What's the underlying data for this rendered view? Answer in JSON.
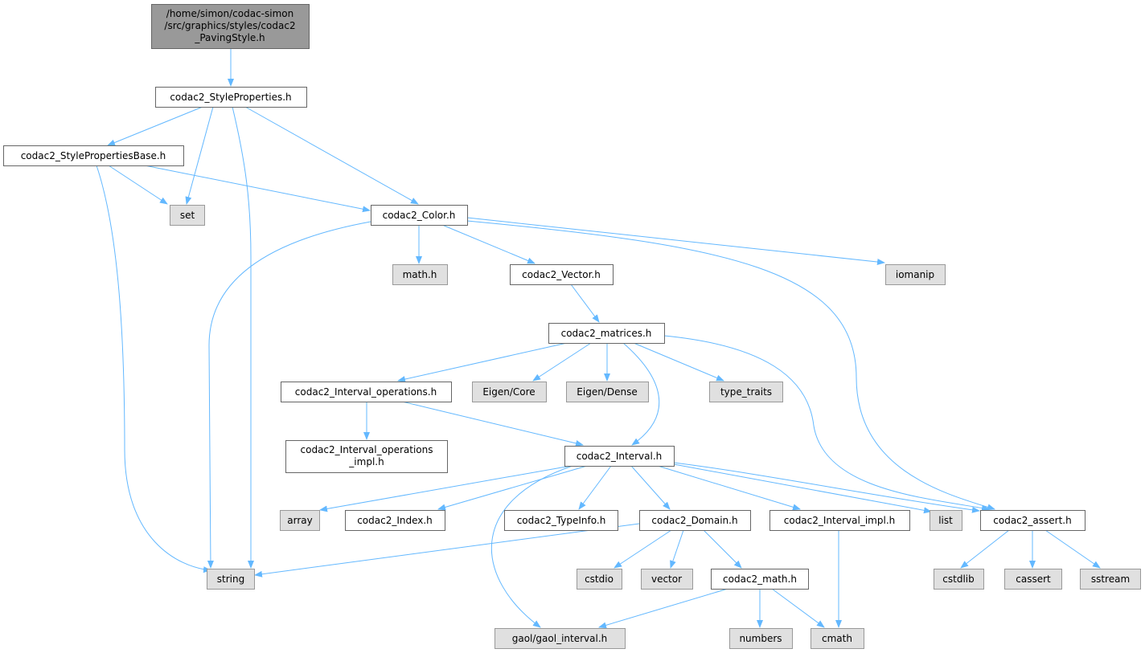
{
  "graph": {
    "type": "include-dependency-graph",
    "colors": {
      "edge": "#63b8ff",
      "root_fill": "#999999",
      "external_fill": "#e0e0e0",
      "node_fill": "#ffffff"
    },
    "nodes": {
      "root": {
        "line1": "/home/simon/codac-simon",
        "line2": "/src/graphics/styles/codac2",
        "line3": "_PavingStyle.h"
      },
      "style_properties": "codac2_StyleProperties.h",
      "style_properties_base": "codac2_StylePropertiesBase.h",
      "set": "set",
      "color": "codac2_Color.h",
      "iomanip": "iomanip",
      "math_h": "math.h",
      "vector_h": "codac2_Vector.h",
      "matrices": "codac2_matrices.h",
      "interval_operations": "codac2_Interval_operations.h",
      "eigen_core": "Eigen/Core",
      "eigen_dense": "Eigen/Dense",
      "type_traits": "type_traits",
      "interval_operations_impl": {
        "line1": "codac2_Interval_operations",
        "line2": "_impl.h"
      },
      "interval": "codac2_Interval.h",
      "array": "array",
      "index": "codac2_Index.h",
      "typeinfo": "codac2_TypeInfo.h",
      "domain": "codac2_Domain.h",
      "interval_impl": "codac2_Interval_impl.h",
      "list": "list",
      "assert": "codac2_assert.h",
      "string": "string",
      "cstdio": "cstdio",
      "vector": "vector",
      "codac_math": "codac2_math.h",
      "cstdlib": "cstdlib",
      "cassert": "cassert",
      "sstream": "sstream",
      "gaol": "gaol/gaol_interval.h",
      "numbers": "numbers",
      "cmath": "cmath"
    }
  }
}
